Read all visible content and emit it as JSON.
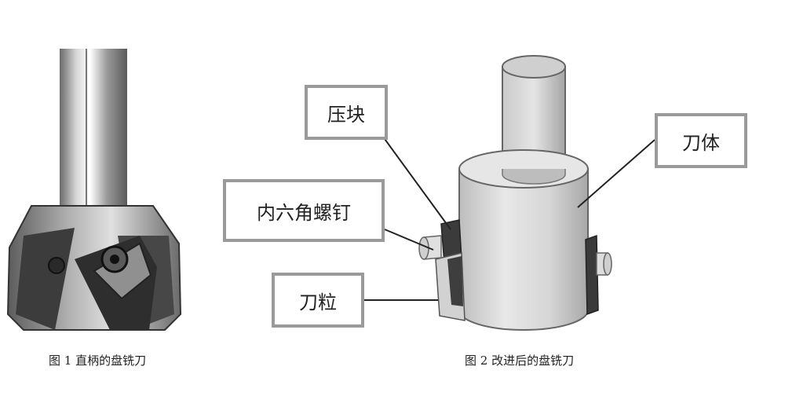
{
  "figure1": {
    "caption": "图 1 直柄的盘铣刀"
  },
  "figure2": {
    "caption": "图 2 改进后的盘铣刀",
    "labels": {
      "press_block": "压块",
      "hex_screw": "内六角螺钉",
      "insert": "刀粒",
      "body": "刀体"
    }
  },
  "colors": {
    "label_border": "#9a9a9a",
    "metal_dark": "#3a3a3a",
    "model_grey": "#d9d9d9"
  }
}
